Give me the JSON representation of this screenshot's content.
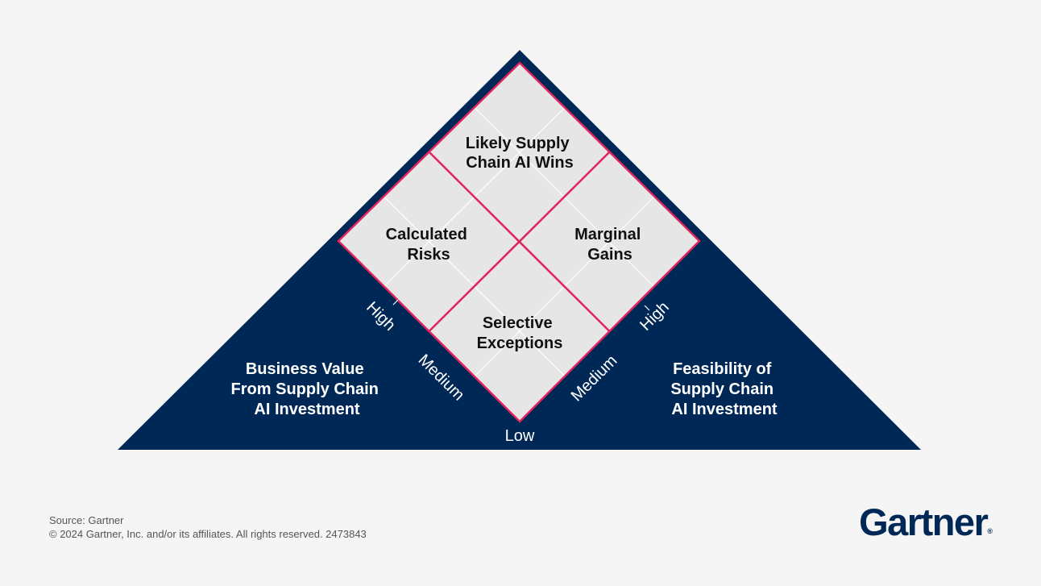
{
  "colors": {
    "navy": "#002856",
    "quadrant_fill": "#e6e6e6",
    "grid_line": "#ffffff",
    "quadrant_border": "#e0245e",
    "background": "#f5f5f5"
  },
  "diagram": {
    "quadrants": {
      "top": [
        "Likely Supply",
        "Chain AI Wins"
      ],
      "left": [
        "Calculated",
        "Risks"
      ],
      "right": [
        "Marginal",
        "Gains"
      ],
      "bottom": [
        "Selective",
        "Exceptions"
      ]
    },
    "left_axis": {
      "title": [
        "Business Value",
        "From Supply Chain",
        "AI Investment"
      ],
      "high": "High",
      "medium": "Medium"
    },
    "right_axis": {
      "title": [
        "Feasibility of",
        "Supply Chain",
        "AI Investment"
      ],
      "high": "High",
      "medium": "Medium"
    },
    "low": "Low"
  },
  "footer": {
    "source": "Source: Gartner",
    "copyright": "© 2024 Gartner, Inc. and/or its affiliates. All rights reserved. 2473843"
  },
  "logo": {
    "text": "Gartner",
    "mark": "®"
  }
}
